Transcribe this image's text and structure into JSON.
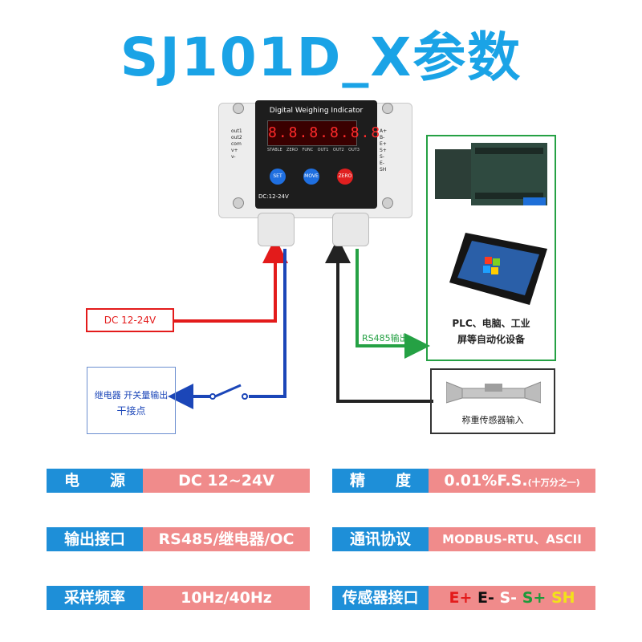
{
  "title": "SJ101D_X参数",
  "device": {
    "panel_title": "Digital Weighing Indicator",
    "display": "8.8.8.8.8.8",
    "leds": [
      "STABLE",
      "ZERO",
      "FUNC",
      "OUT1",
      "OUT2",
      "OUT3"
    ],
    "buttons": [
      "SET",
      "MOVE",
      "ZERO"
    ],
    "power_label": "DC:12-24V",
    "left_terminals": [
      "out1",
      "out2",
      "com",
      "v+",
      "v-"
    ],
    "right_terminals": [
      "A+",
      "B-",
      "E+",
      "S+",
      "S-",
      "E-",
      "SH"
    ]
  },
  "connections": {
    "power": "DC 12-24V",
    "relay_line1": "继电器 开关量输出",
    "relay_line2": "干接点",
    "rs485": "RS485输出",
    "plc_line1": "PLC、电脑、工业",
    "plc_line2": "屏等自动化设备",
    "sensor": "称重传感器输入"
  },
  "specs": {
    "power_label": "电　　源",
    "power_value": "DC  12~24V",
    "precision_label": "精　　度",
    "precision_value": "0.01%F.S.",
    "precision_note": "(十万分之一)",
    "output_label": "输出接口",
    "output_value": "RS485/继电器/OC",
    "protocol_label": "通讯协议",
    "protocol_value": "MODBUS-RTU、ASCII",
    "rate_label": "采样频率",
    "rate_value": "10Hz/40Hz",
    "sensor_label": "传感器接口",
    "sensor_pins": [
      {
        "text": "E+",
        "color": "#e31b1b"
      },
      {
        "text": "E-",
        "color": "#111111"
      },
      {
        "text": "S-",
        "color": "#ffffff"
      },
      {
        "text": "S+",
        "color": "#1c9a3a"
      },
      {
        "text": "SH",
        "color": "#f2e21a"
      }
    ]
  },
  "colors": {
    "accent": "#1aa3e6",
    "label_bg": "#1e8fd8",
    "value_bg": "#f08b8b",
    "red": "#e31b1b",
    "blue": "#1b46b8",
    "green": "#25a144"
  }
}
